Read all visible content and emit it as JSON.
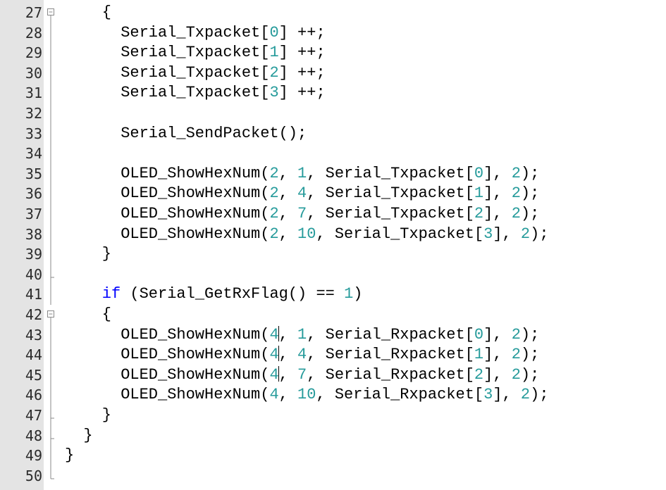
{
  "editor": {
    "colors": {
      "keyword": "#0000ff",
      "number": "#269b9b",
      "text": "#000000",
      "gutter": "#e4e4e4"
    },
    "lines": [
      {
        "num": "27",
        "fold": "open",
        "text": "{",
        "indent": 4
      },
      {
        "num": "28",
        "fold": "line",
        "text": "Serial_Txpacket[0] ++;",
        "indent": 6
      },
      {
        "num": "29",
        "fold": "line",
        "text": "Serial_Txpacket[1] ++;",
        "indent": 6
      },
      {
        "num": "30",
        "fold": "line",
        "text": "Serial_Txpacket[2] ++;",
        "indent": 6
      },
      {
        "num": "31",
        "fold": "line",
        "text": "Serial_Txpacket[3] ++;",
        "indent": 6
      },
      {
        "num": "32",
        "fold": "line",
        "text": "",
        "indent": 0
      },
      {
        "num": "33",
        "fold": "line",
        "text": "Serial_SendPacket();",
        "indent": 6
      },
      {
        "num": "34",
        "fold": "line",
        "text": "",
        "indent": 0
      },
      {
        "num": "35",
        "fold": "line",
        "text": "OLED_ShowHexNum(2, 1, Serial_Txpacket[0], 2);",
        "indent": 6
      },
      {
        "num": "36",
        "fold": "line",
        "text": "OLED_ShowHexNum(2, 4, Serial_Txpacket[1], 2);",
        "indent": 6
      },
      {
        "num": "37",
        "fold": "line",
        "text": "OLED_ShowHexNum(2, 7, Serial_Txpacket[2], 2);",
        "indent": 6
      },
      {
        "num": "38",
        "fold": "line",
        "text": "OLED_ShowHexNum(2, 10, Serial_Txpacket[3], 2);",
        "indent": 6
      },
      {
        "num": "39",
        "fold": "line",
        "text": "}",
        "indent": 4
      },
      {
        "num": "40",
        "fold": "end",
        "text": "",
        "indent": 0
      },
      {
        "num": "41",
        "fold": "line",
        "text": "if (Serial_GetRxFlag() == 1)",
        "indent": 4
      },
      {
        "num": "42",
        "fold": "open",
        "text": "{",
        "indent": 4
      },
      {
        "num": "43",
        "fold": "line",
        "text": "OLED_ShowHexNum(4, 1, Serial_Rxpacket[0], 2);",
        "indent": 6,
        "caretAfter": 17
      },
      {
        "num": "44",
        "fold": "line",
        "text": "OLED_ShowHexNum(4, 4, Serial_Rxpacket[1], 2);",
        "indent": 6,
        "caretAfter": 17
      },
      {
        "num": "45",
        "fold": "line",
        "text": "OLED_ShowHexNum(4, 7, Serial_Rxpacket[2], 2);",
        "indent": 6,
        "caretAfter": 17
      },
      {
        "num": "46",
        "fold": "line",
        "text": "OLED_ShowHexNum(4, 10, Serial_Rxpacket[3], 2);",
        "indent": 6
      },
      {
        "num": "47",
        "fold": "end",
        "text": "}",
        "indent": 4
      },
      {
        "num": "48",
        "fold": "end",
        "text": "}",
        "indent": 2
      },
      {
        "num": "49",
        "fold": "line",
        "text": "}",
        "indent": 0
      },
      {
        "num": "50",
        "fold": "end",
        "text": "",
        "indent": 0
      }
    ]
  }
}
